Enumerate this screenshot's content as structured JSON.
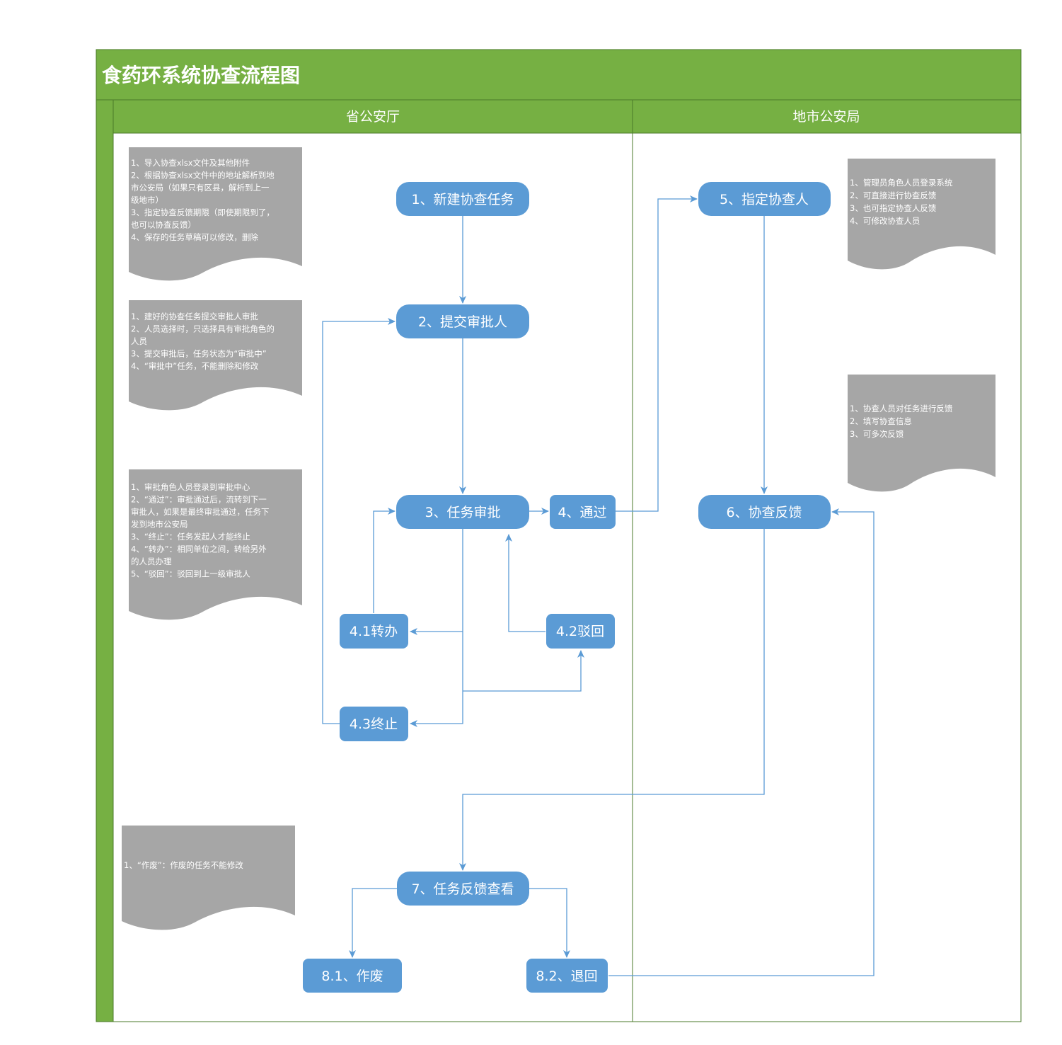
{
  "title": "食药环系统协查流程图",
  "lanes": [
    {
      "id": "province",
      "label": "省公安厅"
    },
    {
      "id": "city",
      "label": "地市公安局"
    }
  ],
  "nodes": {
    "n1": "1、新建协查任务",
    "n2": "2、提交审批人",
    "n3": "3、任务审批",
    "n4": "4、通过",
    "n41": "4.1转办",
    "n42": "4.2驳回",
    "n43": "4.3终止",
    "n5": "5、指定协查人",
    "n6": "6、协查反馈",
    "n7": "7、任务反馈查看",
    "n81": "8.1、作废",
    "n82": "8.2、退回"
  },
  "notes": {
    "note_create": [
      "1、导入协查xlsx文件及其他附件",
      "2、根据协查xlsx文件中的地址解析到地",
      "市公安局（如果只有区县，解析到上一",
      "级地市）",
      "3、指定协查反馈期限（即使期限到了，",
      "也可以协查反馈）",
      "4、保存的任务草稿可以修改，删除"
    ],
    "note_submit": [
      "1、建好的协查任务提交审批人审批",
      "2、人员选择时，只选择具有审批角色的",
      "人员",
      "3、提交审批后，任务状态为“审批中”",
      "4、“审批中”任务，不能删除和修改"
    ],
    "note_approve": [
      "1、审批角色人员登录到审批中心",
      "2、“通过”：审批通过后，流转到下一",
      "审批人，如果是最终审批通过，任务下",
      "发到地市公安局",
      "3、“终止”：任务发起人才能终止",
      "4、“转办”：相同单位之间，转给另外",
      "的人员办理",
      "5、“驳回”：驳回到上一级审批人"
    ],
    "note_void": [
      "1、“作废”：作废的任务不能修改"
    ],
    "note_assign": [
      "1、管理员角色人员登录系统",
      "2、可直接进行协查反馈",
      "3、也可指定协查人反馈",
      "4、可修改协查人员"
    ],
    "note_feedback": [
      "1、协查人员对任务进行反馈",
      "2、填写协查信息",
      "3、可多次反馈"
    ]
  },
  "colors": {
    "header_green": "#76b043",
    "border_green": "#4a7a2a",
    "node_blue": "#5b9bd5",
    "line_blue": "#5b9bd5",
    "note_gray": "#a6a6a6",
    "text_white": "#ffffff"
  }
}
